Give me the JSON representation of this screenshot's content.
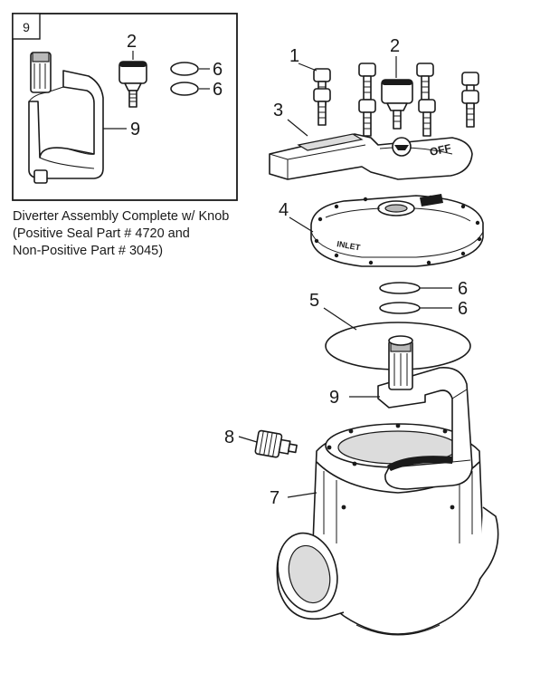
{
  "inset": {
    "box_label": "9",
    "callouts": [
      "2",
      "6",
      "6",
      "9"
    ]
  },
  "caption": {
    "line1": "Diverter Assembly Complete w/ Knob",
    "line2": "(Positive Seal Part # 4720 and",
    "line3": "Non-Positive Part # 3045)"
  },
  "main_callouts": {
    "screws": "1",
    "knob": "2",
    "handle": "3",
    "lid": "4",
    "lid_gasket": "5",
    "oring_a": "6",
    "oring_b": "6",
    "valve_body": "7",
    "drain_plug": "8",
    "diverter": "9"
  },
  "handle_marking": "OFF",
  "lid_marking": "INLET"
}
